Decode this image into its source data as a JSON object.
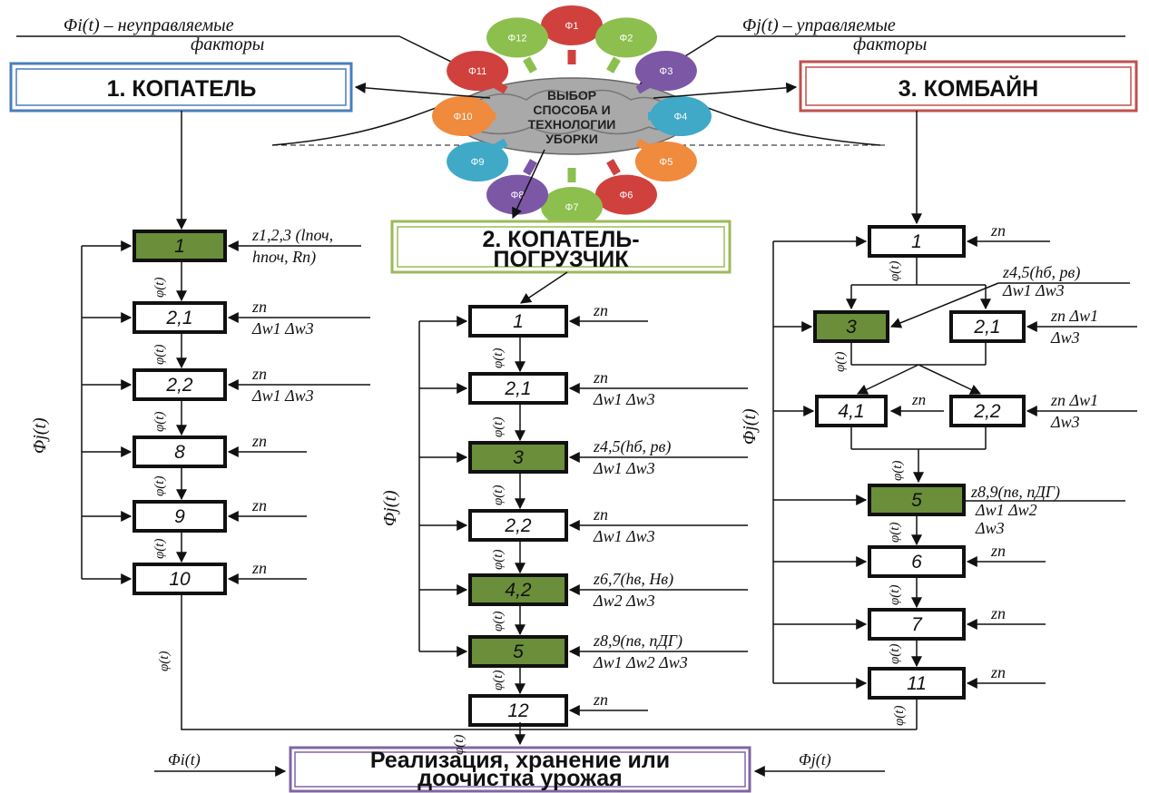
{
  "header": {
    "uncontrolled_line1": "Φi(t) – неуправляемые",
    "uncontrolled_line2": "факторы",
    "controlled_line1": "Φj(t) – управляемые",
    "controlled_line2": "факторы"
  },
  "center": {
    "line1": "ВЫБОР",
    "line2": "СПОСОБА И",
    "line3": "ТЕХНОЛОГИИ",
    "line4": "УБОРКИ"
  },
  "factors": [
    {
      "label": "Φ1",
      "color": "#d0413d"
    },
    {
      "label": "Φ2",
      "color": "#8cbf4e"
    },
    {
      "label": "Φ3",
      "color": "#7b57a6"
    },
    {
      "label": "Φ4",
      "color": "#3fa9c7"
    },
    {
      "label": "Φ5",
      "color": "#f08a3c"
    },
    {
      "label": "Φ6",
      "color": "#d0413d"
    },
    {
      "label": "Φ7",
      "color": "#8cbf4e"
    },
    {
      "label": "Φ8",
      "color": "#7b57a6"
    },
    {
      "label": "Φ9",
      "color": "#3fa9c7"
    },
    {
      "label": "Φ10",
      "color": "#f08a3c"
    },
    {
      "label": "Φ11",
      "color": "#d0413d"
    },
    {
      "label": "Φ12",
      "color": "#8cbf4e"
    }
  ],
  "machines": {
    "digger": {
      "title": "1. КОПАТЕЛЬ",
      "border": "#4a7ebb"
    },
    "loader": {
      "title_line1": "2. КОПАТЕЛЬ-",
      "title_line2": "ПОГРУЗЧИК",
      "border": "#9bbb59"
    },
    "combine": {
      "title": "3. КОМБАЙН",
      "border": "#c0504d"
    }
  },
  "left_chain": {
    "blocks": [
      "1",
      "2,1",
      "2,2",
      "8",
      "9",
      "10"
    ],
    "labels": [
      {
        "l1": "z1,2,3 (lпоч,",
        "l2": "hпоч, Rn)"
      },
      {
        "l1": "zn",
        "l2": "Δw1 Δw3"
      },
      {
        "l1": "zn",
        "l2": "Δw1 Δw3"
      },
      {
        "l1": "zn",
        "l2": ""
      },
      {
        "l1": "zn",
        "l2": ""
      },
      {
        "l1": "zn",
        "l2": ""
      }
    ]
  },
  "middle_chain": {
    "blocks": [
      "1",
      "2,1",
      "3",
      "2,2",
      "4,2",
      "5",
      "12"
    ],
    "labels": [
      {
        "l1": "zn",
        "l2": ""
      },
      {
        "l1": "zn",
        "l2": "Δw1 Δw3"
      },
      {
        "l1": "z4,5(hб, pв)",
        "l2": "Δw1 Δw3"
      },
      {
        "l1": "zn",
        "l2": "Δw1 Δw3"
      },
      {
        "l1": "z6,7(hв, Hв)",
        "l2": "Δw2 Δw3"
      },
      {
        "l1": "z8,9(nв, nДГ)",
        "l2": "Δw1 Δw2 Δw3"
      },
      {
        "l1": "zn",
        "l2": ""
      }
    ]
  },
  "right_chain": {
    "blocks": [
      "1",
      "3",
      "2,1",
      "4,1",
      "2,2",
      "5",
      "6",
      "7",
      "11"
    ],
    "labels": {
      "b1": "zn",
      "b3_l1": "z4,5(hб, pв)",
      "b3_l2": "Δw1 Δw3",
      "b21_l1": "zn Δw1",
      "b21_l2": "Δw3",
      "b41": "zn",
      "b22_l1": "zn Δw1",
      "b22_l2": "Δw3",
      "b5_l1": "z8,9(nв, nДГ)",
      "b5_l2": "Δw1 Δw2",
      "b5_l3": "Δw3",
      "b6": "zn",
      "b7": "zn",
      "b11": "zn"
    }
  },
  "flow_labels": {
    "phi_t": "φ(t)",
    "Phi_j": "Φj(t)",
    "Phi_i": "Φi(t)"
  },
  "result": {
    "line1": "Реализация, хранение или",
    "line2": "доочистка урожая",
    "border": "#8064a2",
    "left_input": "Φi(t)",
    "right_input": "Φj(t)"
  },
  "colors": {
    "highlight_fill": "#6b8e3a",
    "brain": "#a9a9a9"
  }
}
